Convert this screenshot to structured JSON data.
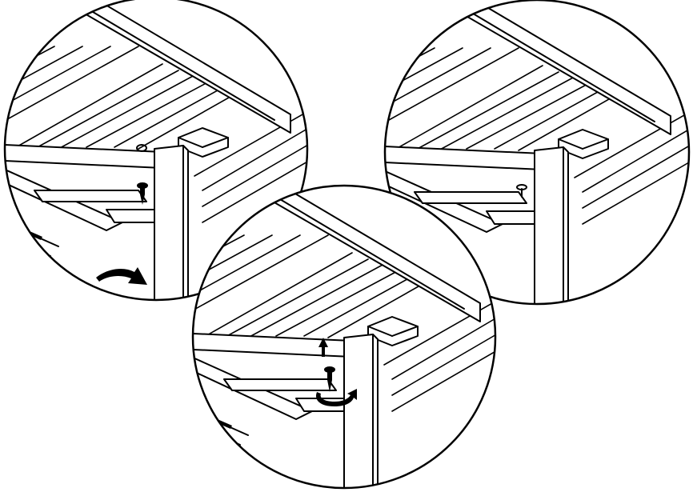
{
  "figure": {
    "panels": [
      {
        "id": "step-1",
        "action": "insert-screw",
        "arrow": "curved-arrow-right"
      },
      {
        "id": "step-2",
        "action": "push-up-and-rotate",
        "arrows": [
          "up-arrow",
          "rotate-arrow"
        ]
      },
      {
        "id": "step-3",
        "action": "screw-fastened"
      }
    ],
    "colors": {
      "ink": "#000000",
      "paper": "#ffffff"
    }
  }
}
